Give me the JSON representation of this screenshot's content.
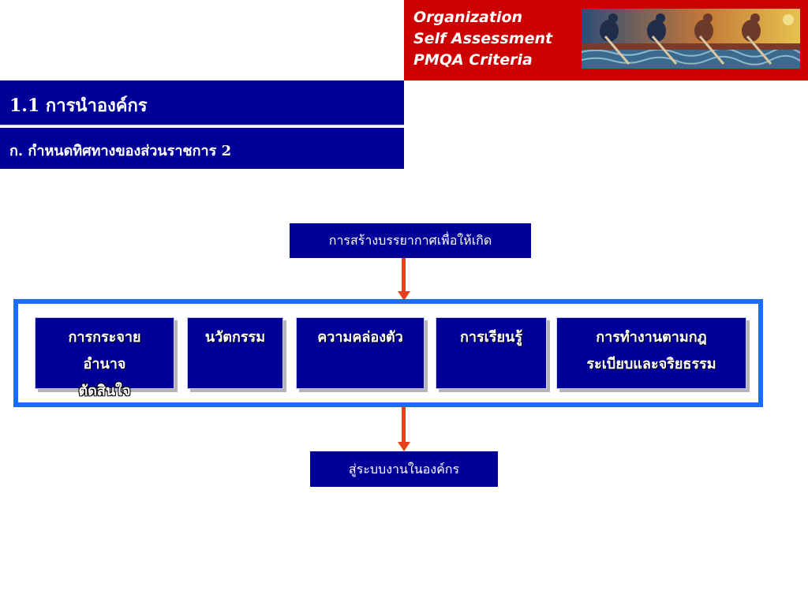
{
  "banner": {
    "lines": [
      "Organization",
      "Self  Assessment",
      "PMQA  Criteria"
    ],
    "image_icon": "rowing-team-illustration"
  },
  "header": {
    "title": "1.1 การนำองค์กร",
    "subtitle": "ก.  กำหนดทิศทางของส่วนราชการ  2"
  },
  "diagram": {
    "top_node": "การสร้างบรรยากาศเพื่อให้เกิด",
    "bottom_node": "สู่ระบบงานในองค์กร",
    "items": [
      {
        "lines": [
          "การกระจาย",
          "อำนาจ",
          "ตัดสินใจ"
        ]
      },
      {
        "lines": [
          "นวัตกรรม"
        ]
      },
      {
        "lines": [
          "ความคล่องตัว"
        ]
      },
      {
        "lines": [
          "การเรียนรู้"
        ]
      },
      {
        "lines": [
          "การทำงานตามกฎ",
          "ระเบียบและจริยธรรม"
        ]
      }
    ]
  },
  "colors": {
    "banner_red": "#cc0000",
    "navy": "#000099",
    "frame_blue": "#1a6cff",
    "arrow_orange": "#e8401c"
  }
}
